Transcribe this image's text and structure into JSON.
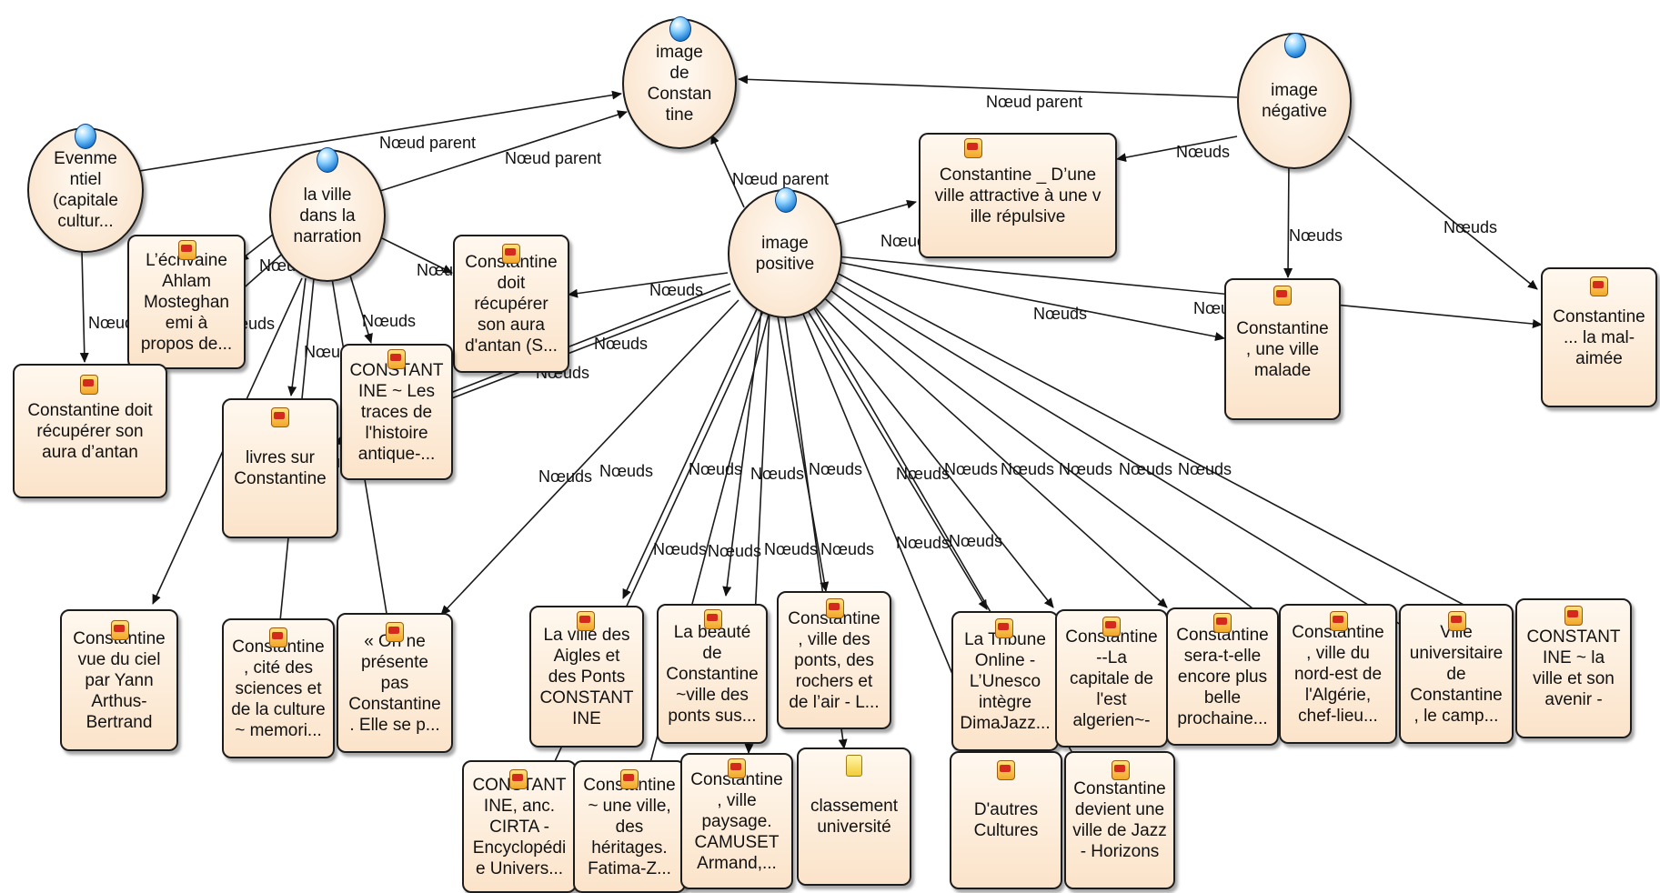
{
  "edge_labels": {
    "parent": "Nœud parent",
    "child": "Nœuds"
  },
  "nodes": [
    {
      "id": "img",
      "label": "image\nde\nConstan\ntine",
      "kind": "concept"
    },
    {
      "id": "neg",
      "label": "image\nnégative",
      "kind": "concept"
    },
    {
      "id": "evt",
      "label": "Evenme\nntiel\n(capitale\ncultur...",
      "kind": "concept"
    },
    {
      "id": "ville",
      "label": "la ville\ndans la\nnarration",
      "kind": "concept"
    },
    {
      "id": "pos",
      "label": "image\npositive",
      "kind": "concept"
    },
    {
      "id": "attr",
      "label": "Constantine _ D’une\nville attractive à une v\nille répulsive",
      "kind": "pdf"
    },
    {
      "id": "ahlam",
      "label": "L’écrivaine\nAhlam\nMosteghan\nemi à\npropos de...",
      "kind": "pdf"
    },
    {
      "id": "doitS",
      "label": "Constantine\ndoit\nrécupérer\nson aura\nd'antan (S...",
      "kind": "pdf"
    },
    {
      "id": "malade",
      "label": "Constantine\n, une ville\nmalade",
      "kind": "pdf"
    },
    {
      "id": "malaimee",
      "label": "Constantine\n... la mal-\naimée",
      "kind": "pdf"
    },
    {
      "id": "doit",
      "label": "Constantine doit\nrécupérer son\naura d’antan",
      "kind": "pdf"
    },
    {
      "id": "traces",
      "label": "CONSTANT\nINE ~ Les\ntraces de\nl'histoire\nantique-...",
      "kind": "pdf"
    },
    {
      "id": "livres",
      "label": "livres sur\nConstantine",
      "kind": "pdf"
    },
    {
      "id": "ciel",
      "label": "Constantine\nvue du ciel\npar Yann\nArthus-\nBertrand",
      "kind": "pdf"
    },
    {
      "id": "cite",
      "label": "Constantine\n, cité des\nsciences et\nde la culture\n~ memori...",
      "kind": "pdf"
    },
    {
      "id": "presente",
      "label": "« On ne\nprésente\npas\nConstantine\n. Elle se p...",
      "kind": "pdf"
    },
    {
      "id": "aigles",
      "label": "La ville des\nAigles et\ndes Ponts\nCONSTANT\nINE",
      "kind": "pdf"
    },
    {
      "id": "beaute",
      "label": "La beauté\nde\nConstantine\n~ville des\nponts sus...",
      "kind": "pdf"
    },
    {
      "id": "rochers",
      "label": "Constantine\n, ville des\nponts, des\nrochers et\nde l’air - L...",
      "kind": "pdf"
    },
    {
      "id": "tribune",
      "label": "La Tribune\nOnline -\nL’Unesco\nintègre\nDimaJazz...",
      "kind": "pdf"
    },
    {
      "id": "capitale",
      "label": "Constantine\n--La\ncapitale de\nl'est\nalgerien~-",
      "kind": "pdf"
    },
    {
      "id": "belle",
      "label": "Constantine\nsera-t-elle\nencore plus\nbelle\nprochaine...",
      "kind": "pdf"
    },
    {
      "id": "nordest",
      "label": "Constantine\n, ville du\nnord-est de\nl'Algérie,\nchef-lieu...",
      "kind": "pdf"
    },
    {
      "id": "univ",
      "label": "Ville\nuniversitaire\nde\nConstantine\n, le camp...",
      "kind": "pdf"
    },
    {
      "id": "avenir",
      "label": "CONSTANT\nINE ~ la\nville et son\navenir -",
      "kind": "pdf"
    },
    {
      "id": "cirta",
      "label": "CONSTANT\nINE, anc.\nCIRTA -\nEncyclopédi\ne Univers...",
      "kind": "pdf"
    },
    {
      "id": "heritages",
      "label": "Constantine\n~ une ville,\ndes\nhéritages.\nFatima-Z...",
      "kind": "pdf"
    },
    {
      "id": "paysage",
      "label": "Constantine\n, ville\npaysage.\nCAMUSET\nArmand,...",
      "kind": "pdf"
    },
    {
      "id": "classement",
      "label": "classement\nuniversité",
      "kind": "doc"
    },
    {
      "id": "autres",
      "label": "D'autres\nCultures",
      "kind": "pdf"
    },
    {
      "id": "jazz",
      "label": "Constantine\ndevient une\nville de Jazz\n- Horizons",
      "kind": "pdf"
    }
  ]
}
